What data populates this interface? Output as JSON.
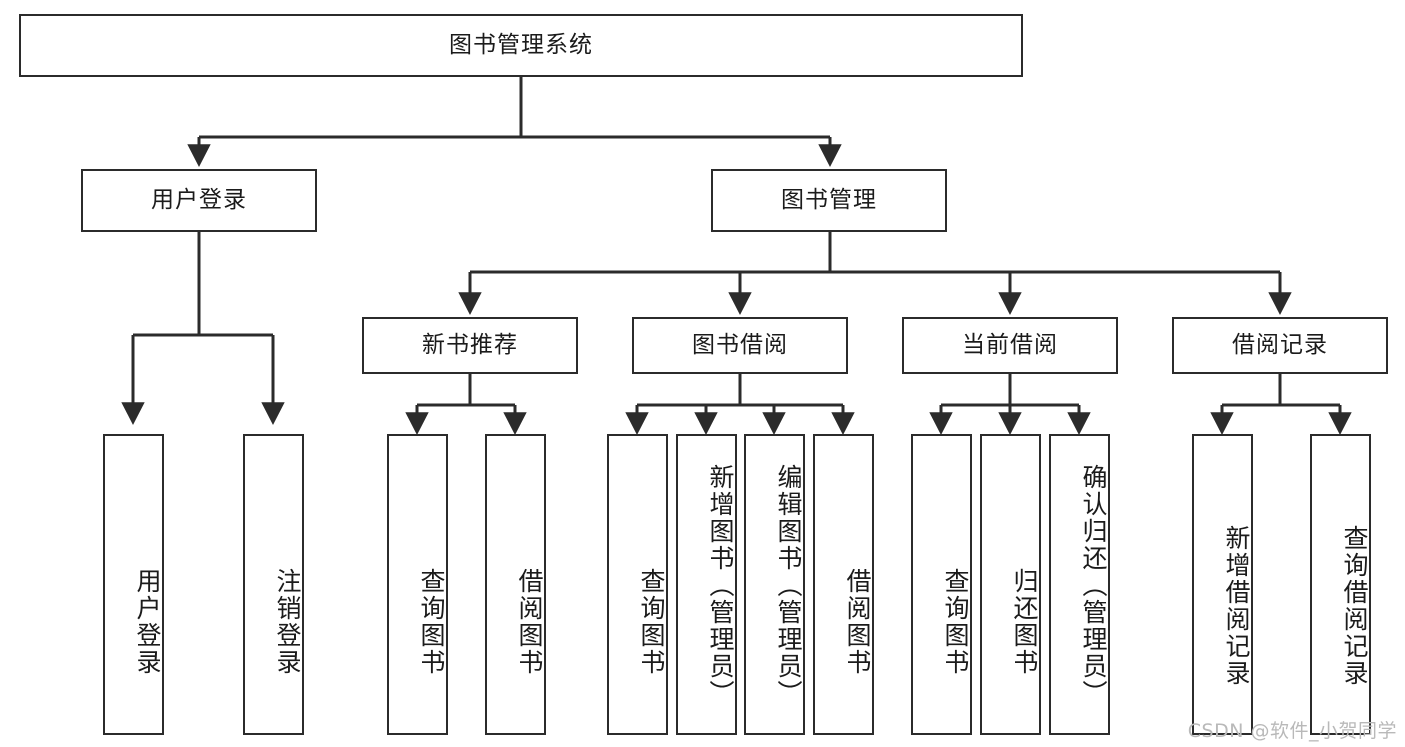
{
  "diagram": {
    "title": "图书管理系统",
    "type": "tree-hierarchy",
    "root": {
      "label": "图书管理系统"
    },
    "level2": [
      {
        "label": "用户登录"
      },
      {
        "label": "图书管理"
      }
    ],
    "level3": [
      {
        "label": "新书推荐"
      },
      {
        "label": "图书借阅"
      },
      {
        "label": "当前借阅"
      },
      {
        "label": "借阅记录"
      }
    ],
    "leaves": {
      "user_login": [
        {
          "label": "用户登录"
        },
        {
          "label": "注销登录"
        }
      ],
      "new_book_recommend": [
        {
          "label": "查询图书"
        },
        {
          "label": "借阅图书"
        }
      ],
      "book_borrow": [
        {
          "label": "查询图书"
        },
        {
          "label": "新增图书（管理员）"
        },
        {
          "label": "编辑图书（管理员）"
        },
        {
          "label": "借阅图书"
        }
      ],
      "current_borrow": [
        {
          "label": "查询图书"
        },
        {
          "label": "归还图书"
        },
        {
          "label": "确认归还（管理员）"
        }
      ],
      "borrow_record": [
        {
          "label": "新增借阅记录"
        },
        {
          "label": "查询借阅记录"
        }
      ]
    }
  },
  "watermark": {
    "text": "CSDN @软件_小贺同学"
  },
  "colors": {
    "stroke": "#2b2b2b",
    "background": "#ffffff",
    "text": "#1b1b1b",
    "watermark": "#b9b9b9"
  }
}
